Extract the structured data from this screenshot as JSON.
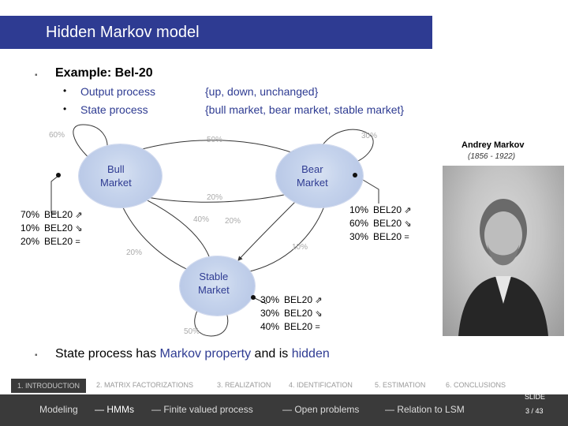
{
  "slide": {
    "title": "Hidden Markov model",
    "heading": "Example: Bel-20",
    "items": [
      {
        "label": "Output process",
        "value": "{up, down, unchanged}"
      },
      {
        "label": "State process",
        "value": "{bull market, bear market, stable market}"
      }
    ],
    "conclusion": {
      "pre": "State process has ",
      "term1": "Markov property",
      "mid": " and is ",
      "term2": "hidden"
    }
  },
  "diagram": {
    "states": {
      "bull": {
        "line1": "Bull",
        "line2": "Market"
      },
      "bear": {
        "line1": "Bear",
        "line2": "Market"
      },
      "stable": {
        "line1": "Stable",
        "line2": "Market"
      }
    },
    "transitions": {
      "bull_self": "60%",
      "bull_bear": "50%",
      "bear_self": "30%",
      "bear_bull": "20%",
      "bull_stable": "20%",
      "stable_bull": "40%",
      "bear_stable_top": "20%",
      "stable_bear": "10%",
      "stable_self": "50%"
    },
    "emissions": {
      "bull": [
        {
          "p": "70%",
          "o": "BEL20",
          "s": "up"
        },
        {
          "p": "10%",
          "o": "BEL20",
          "s": "down"
        },
        {
          "p": "20%",
          "o": "BEL20",
          "s": "unchanged"
        }
      ],
      "bear": [
        {
          "p": "10%",
          "o": "BEL20",
          "s": "up"
        },
        {
          "p": "60%",
          "o": "BEL20",
          "s": "down"
        },
        {
          "p": "30%",
          "o": "BEL20",
          "s": "unchanged"
        }
      ],
      "stable": [
        {
          "p": "30%",
          "o": "BEL20",
          "s": "up"
        },
        {
          "p": "30%",
          "o": "BEL20",
          "s": "down"
        },
        {
          "p": "40%",
          "o": "BEL20",
          "s": "unchanged"
        }
      ]
    },
    "symbols": {
      "up": "⇗",
      "down": "⇘",
      "unchanged": "="
    }
  },
  "portrait": {
    "name": "Andrey Markov",
    "years": "(1856 - 1922)"
  },
  "footer": {
    "sections": [
      "1. INTRODUCTION",
      "2. MATRIX FACTORIZATIONS",
      "3. REALIZATION",
      "4. IDENTIFICATION",
      "5. ESTIMATION",
      "6. CONCLUSIONS"
    ],
    "subsections": [
      "Modeling",
      "— HMMs",
      "— Finite valued process",
      "— Open problems",
      "— Relation to LSM"
    ],
    "slide_label": "SLIDE",
    "slide_number": "3 / 43"
  },
  "colors": {
    "title_bar": "#2e3b92",
    "accent": "#2e3b92",
    "footer": "#3a3a3a"
  }
}
